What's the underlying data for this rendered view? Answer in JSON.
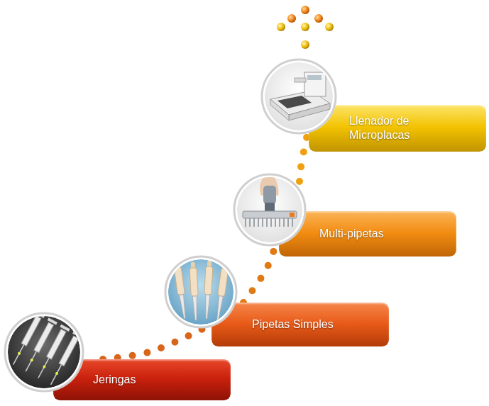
{
  "diagram": {
    "nodes": [
      {
        "text": [
          "Jeringas"
        ]
      },
      {
        "text": [
          "Pipetas Simples"
        ]
      },
      {
        "text": [
          "Multi-pipetas"
        ]
      },
      {
        "text": [
          "Llenador de Microplacas"
        ]
      }
    ],
    "edges": [
      {
        "from": 0,
        "to": 1,
        "arrow": "none"
      },
      {
        "from": 1,
        "to": 2,
        "arrow": "none"
      },
      {
        "from": 2,
        "to": 3,
        "arrow": "none"
      }
    ]
  }
}
